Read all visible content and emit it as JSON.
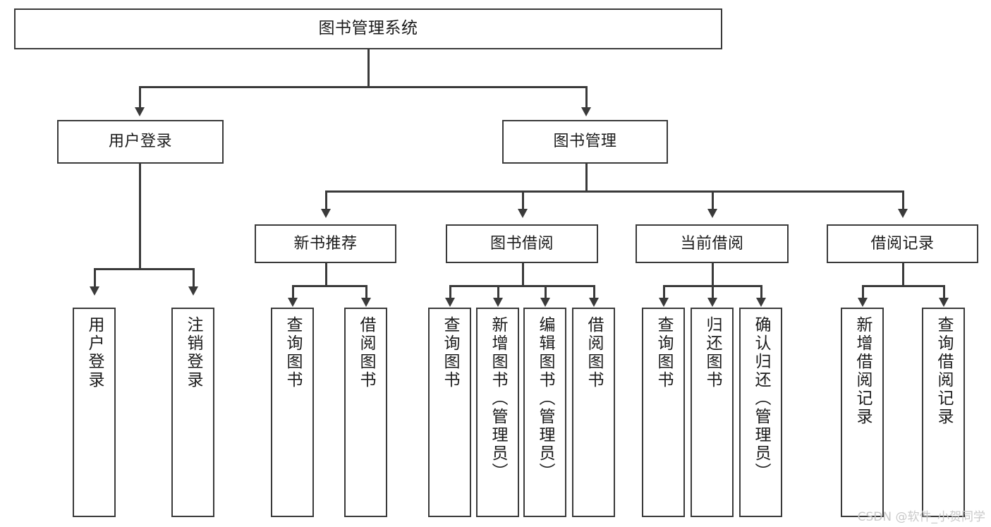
{
  "diagram": {
    "title": "图书管理系统",
    "watermark": "CSDN @软件_小贺同学",
    "root": {
      "label": "图书管理系统"
    },
    "level2": [
      {
        "label": "用户登录"
      },
      {
        "label": "图书管理"
      }
    ],
    "level3": [
      {
        "label": "新书推荐"
      },
      {
        "label": "图书借阅"
      },
      {
        "label": "当前借阅"
      },
      {
        "label": "借阅记录"
      }
    ],
    "leaves": {
      "user_login": [
        {
          "label": "用户登录"
        },
        {
          "label": "注销登录"
        }
      ],
      "new_book": [
        {
          "label": "查询图书"
        },
        {
          "label": "借阅图书"
        }
      ],
      "book_borrow": [
        {
          "label": "查询图书"
        },
        {
          "label": "新增图书（管理员）"
        },
        {
          "label": "编辑图书（管理员）"
        },
        {
          "label": "借阅图书"
        }
      ],
      "current_borrow": [
        {
          "label": "查询图书"
        },
        {
          "label": "归还图书"
        },
        {
          "label": "确认归还（管理员）"
        }
      ],
      "borrow_record": [
        {
          "label": "新增借阅记录"
        },
        {
          "label": "查询借阅记录"
        }
      ]
    }
  },
  "colors": {
    "stroke": "#3a3a3a",
    "text": "#1b1b1b",
    "background": "#ffffff",
    "watermark": "#c9c9c9"
  }
}
